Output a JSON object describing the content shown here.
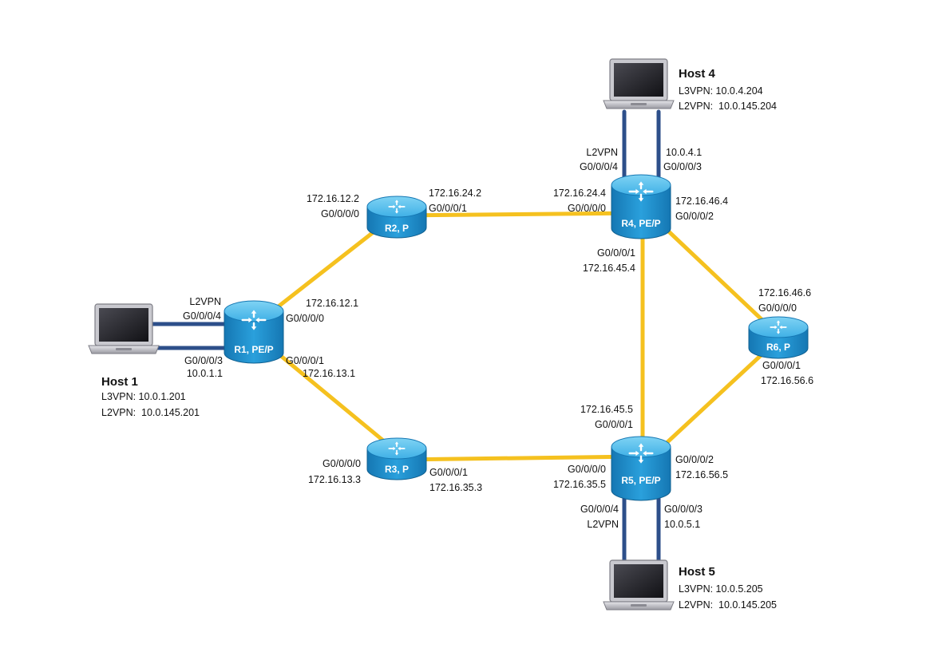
{
  "colors": {
    "backbone_link": "#f5c11f",
    "access_link": "#2d4f8a",
    "router_body": "#1e8fcc",
    "router_top": "#5cc0ea"
  },
  "icons": {
    "router": "router-icon",
    "host": "laptop-icon"
  },
  "routers": {
    "r1": {
      "label": "R1, PE/P"
    },
    "r2": {
      "label": "R2, P"
    },
    "r3": {
      "label": "R3, P"
    },
    "r4": {
      "label": "R4, PE/P"
    },
    "r5": {
      "label": "R5, PE/P"
    },
    "r6": {
      "label": "R6, P"
    }
  },
  "hosts": {
    "host1": {
      "name": "Host 1",
      "l3vpn": "L3VPN: 10.0.1.201",
      "l2vpn": "L2VPN:  10.0.145.201"
    },
    "host4": {
      "name": "Host 4",
      "l3vpn": "L3VPN: 10.0.4.204",
      "l2vpn": "L2VPN:  10.0.145.204"
    },
    "host5": {
      "name": "Host 5",
      "l3vpn": "L3VPN: 10.0.5.205",
      "l2vpn": "L2VPN:  10.0.145.205"
    }
  },
  "interfaces": {
    "r1_l2vpn_tag": "L2VPN",
    "r1_g0004": "G0/0/0/4",
    "r1_g0003": "G0/0/0/3",
    "r1_ip_host": "10.0.1.1",
    "r1_ip_r2": "172.16.12.1",
    "r1_g0000": "G0/0/0/0",
    "r1_g0001": "G0/0/0/1",
    "r1_ip_r3": "172.16.13.1",
    "r2_ip_r1": "172.16.12.2",
    "r2_g0000": "G0/0/0/0",
    "r2_ip_r4": "172.16.24.2",
    "r2_g0001": "G0/0/0/1",
    "r3_g0000": "G0/0/0/0",
    "r3_ip_r1": "172.16.13.3",
    "r3_g0001": "G0/0/0/1",
    "r3_ip_r5": "172.16.35.3",
    "r4_l2vpn_tag": "L2VPN",
    "r4_g0004": "G0/0/0/4",
    "r4_ip_host": "10.0.4.1",
    "r4_g0003": "G0/0/0/3",
    "r4_ip_r2": "172.16.24.4",
    "r4_g0000": "G0/0/0/0",
    "r4_ip_r6": "172.16.46.4",
    "r4_g0002": "G0/0/0/2",
    "r4_g0001": "G0/0/0/1",
    "r4_ip_r5": "172.16.45.4",
    "r5_ip_r4": "172.16.45.5",
    "r5_g0001": "G0/0/0/1",
    "r5_g0000": "G0/0/0/0",
    "r5_ip_r3": "172.16.35.5",
    "r5_g0002": "G0/0/0/2",
    "r5_ip_r6": "172.16.56.5",
    "r5_g0004": "G0/0/0/4",
    "r5_l2vpn_tag": "L2VPN",
    "r5_g0003": "G0/0/0/3",
    "r5_ip_host": "10.0.5.1",
    "r6_ip_r4": "172.16.46.6",
    "r6_g0000": "G0/0/0/0",
    "r6_g0001": "G0/0/0/1",
    "r6_ip_r5": "172.16.56.6"
  }
}
